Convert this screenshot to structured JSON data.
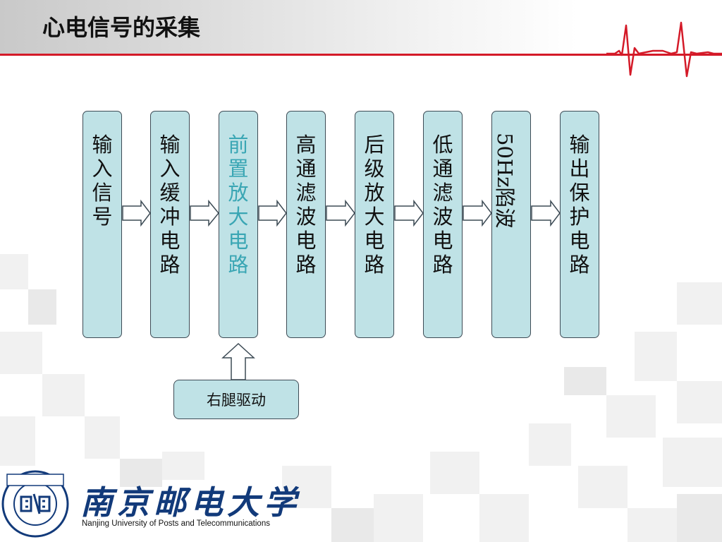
{
  "slide": {
    "title": "心电信号的采集"
  },
  "flow": {
    "stages": [
      {
        "label": "输入信号"
      },
      {
        "label": "输入缓冲电路"
      },
      {
        "label": "前置放大电路"
      },
      {
        "label": "高通滤波电路"
      },
      {
        "label": "后级放大电路"
      },
      {
        "label": "低通滤波电路"
      },
      {
        "label": "50Hz陷波"
      },
      {
        "label": "输出保护电路"
      }
    ],
    "feedback": {
      "label": "右腿驱动"
    }
  },
  "footer": {
    "university_cn": "南京邮电大学",
    "university_en": "Nanjing University of  Posts and Telecommunications"
  },
  "colors": {
    "header_line": "#d41a28",
    "box_fill": "#bfe2e6",
    "box_border": "#3d4b55",
    "highlight_text": "#3aa6b4",
    "logo_blue": "#123a7a"
  }
}
